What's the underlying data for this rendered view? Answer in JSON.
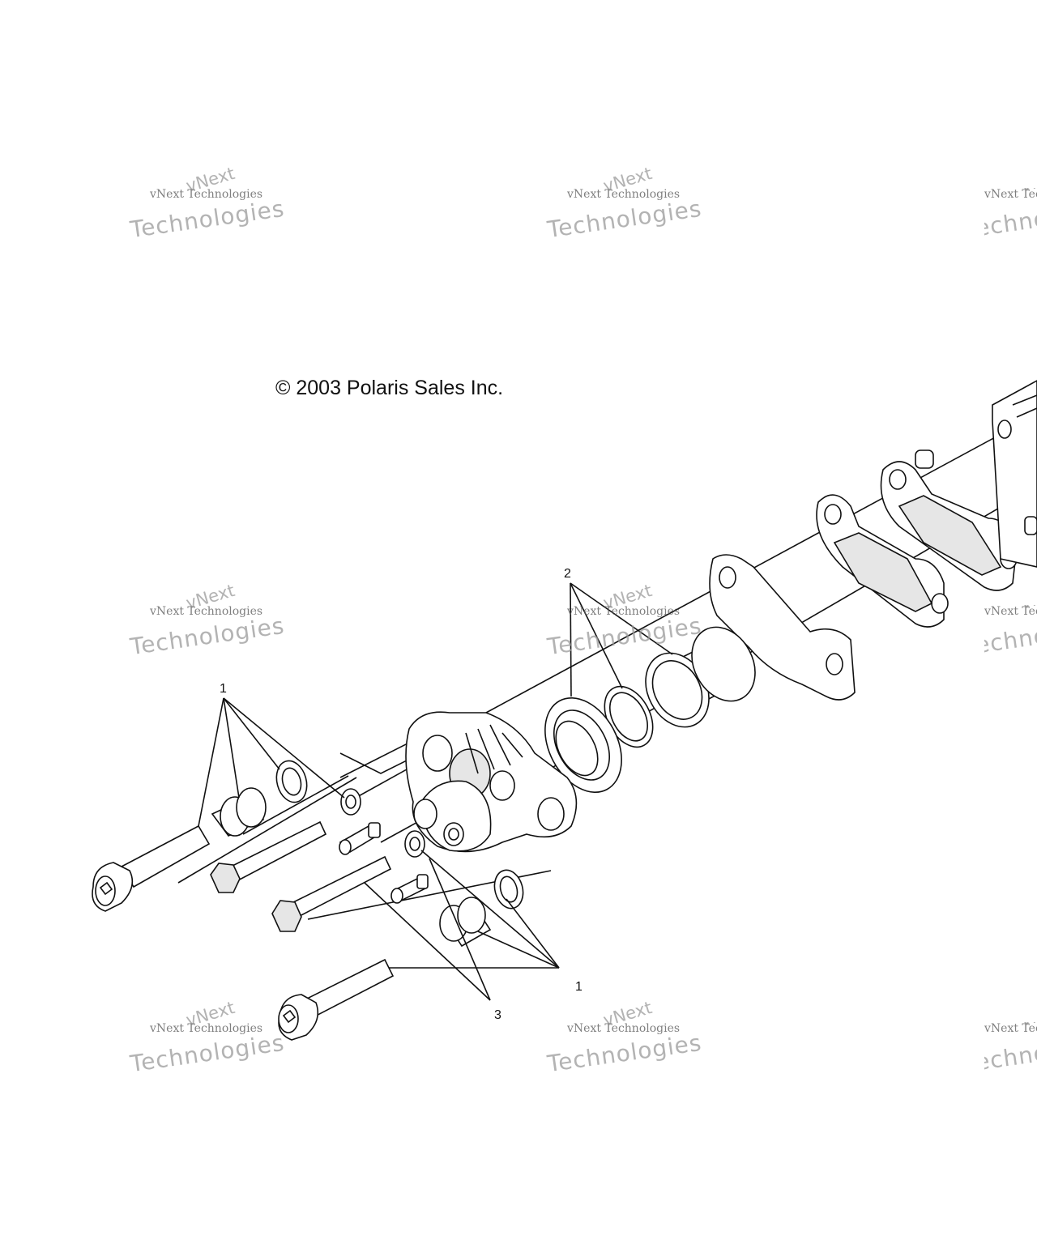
{
  "copyright": "© 2003 Polaris Sales Inc.",
  "callouts": {
    "c1_top": "1",
    "c2": "2",
    "c1_bottom": "1",
    "c3": "3"
  },
  "watermark": {
    "line1": "vNext",
    "line2": "vNext Technologies",
    "line3": "Technologies"
  }
}
